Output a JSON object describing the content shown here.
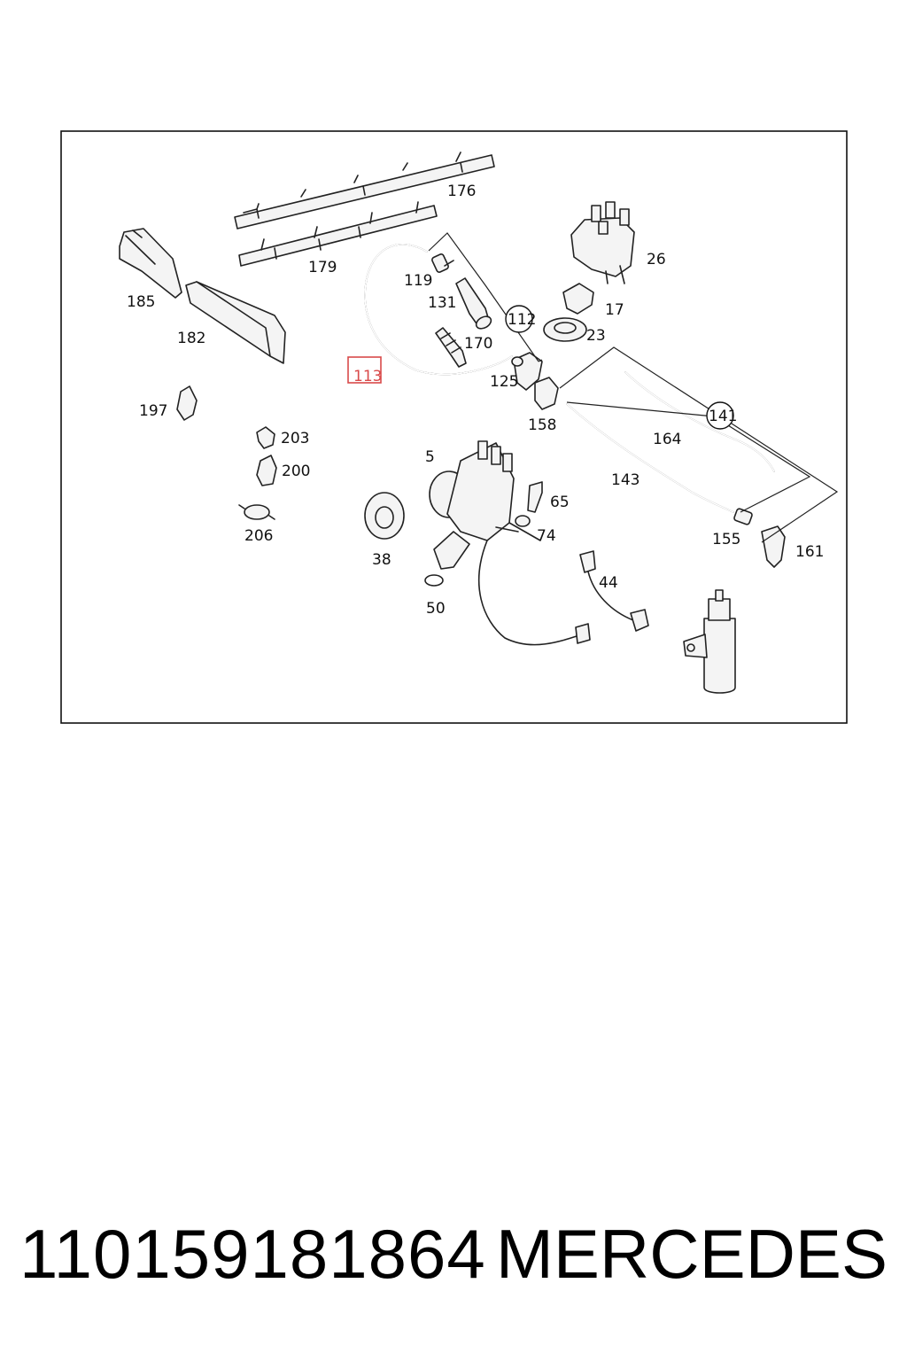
{
  "diagram": {
    "labels": {
      "p176": "176",
      "p179": "179",
      "p185": "185",
      "p182": "182",
      "p119": "119",
      "p131": "131",
      "p112": "112",
      "p170": "170",
      "p113": "113",
      "p125": "125",
      "p26": "26",
      "p17": "17",
      "p23": "23",
      "p158": "158",
      "p141": "141",
      "p164": "164",
      "p197": "197",
      "p203": "203",
      "p200": "200",
      "p206": "206",
      "p5": "5",
      "p65": "65",
      "p74": "74",
      "p38": "38",
      "p143": "143",
      "p155": "155",
      "p161": "161",
      "p44": "44",
      "p50": "50"
    },
    "highlight_color": "#d94a4a"
  },
  "caption": {
    "part_number": "110159181864",
    "brand": "MERCEDES"
  }
}
